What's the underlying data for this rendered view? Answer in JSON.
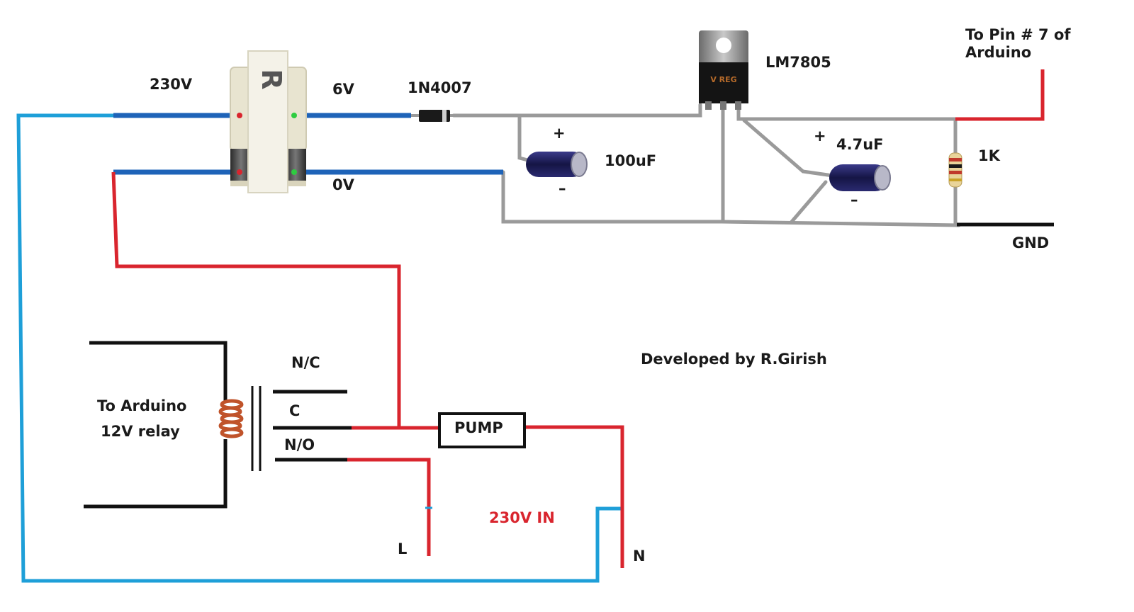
{
  "labels": {
    "input_voltage": "230V",
    "secondary_voltage": "6V",
    "secondary_zero": "0V",
    "diode": "1N4007",
    "regulator": "LM7805",
    "regulator_marking": "V REG",
    "cap1": "100uF",
    "cap2": "4.7uF",
    "resistor": "1K",
    "plus": "+",
    "minus": "–",
    "gnd": "GND",
    "pin_note": "To Pin # 7 of\nArduino",
    "relay_note_line1": "To Arduino",
    "relay_note_line2": "12V relay",
    "nc": "N/C",
    "c": "C",
    "no": "N/O",
    "pump": "PUMP",
    "mains_in": "230V IN",
    "live": "L",
    "neutral": "N",
    "credit": "Developed by R.Girish"
  },
  "colors": {
    "wire_blue": "#1e9fd8",
    "wire_red": "#d9252e",
    "wire_grey": "#9a9a9a",
    "wire_black": "#111111",
    "cap_body": "#1f1f5a",
    "coil": "#c0532a",
    "transformer_body": "#e6e2cf"
  }
}
